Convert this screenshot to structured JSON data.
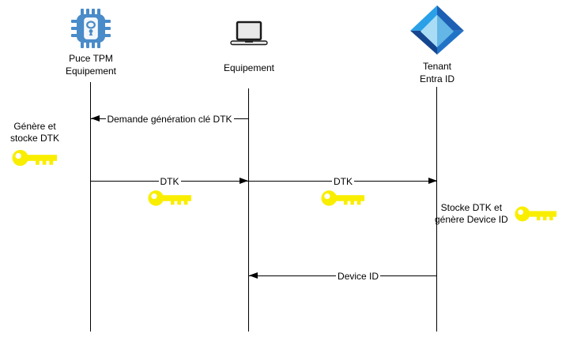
{
  "actors": [
    {
      "icon": "tpm-chip-icon",
      "label_line1": "Puce TPM",
      "label_line2": "Equipement"
    },
    {
      "icon": "laptop-icon",
      "label_line1": "Equipement",
      "label_line2": ""
    },
    {
      "icon": "entra-id-icon",
      "label_line1": "Tenant",
      "label_line2": "Entra ID"
    }
  ],
  "messages": [
    {
      "label": "Demande génération clé DTK",
      "from": "Equipement",
      "to": "Puce TPM Equipement",
      "direction": "left"
    },
    {
      "label": "DTK",
      "from": "Puce TPM Equipement",
      "to": "Equipement",
      "direction": "right",
      "icon": "key-icon"
    },
    {
      "label": "DTK",
      "from": "Equipement",
      "to": "Tenant Entra ID",
      "direction": "right",
      "icon": "key-icon"
    },
    {
      "label": "Device ID",
      "from": "Tenant Entra ID",
      "to": "Equipement",
      "direction": "left"
    }
  ],
  "notes": [
    {
      "line1": "Génère et",
      "line2": "stocke DTK",
      "icon": "key-icon",
      "side": "left"
    },
    {
      "line1": "Stocke DTK et",
      "line2": "génère Device ID",
      "icon": "key-icon",
      "side": "right"
    }
  ],
  "colors": {
    "key_yellow": "#f9ee00",
    "chip_blue": "#4a8bc9",
    "chip_panel": "#f3f7fb",
    "laptop_gray": "#e8e8e8",
    "laptop_outline": "#1a1a1a",
    "entra_bright": "#29a0e8",
    "entra_dark": "#1e5fb4",
    "entra_darkest": "#15458f",
    "entra_med": "#2173c6",
    "entra_inner_light": "#aadcf5",
    "entra_inner_mid": "#63b6e5",
    "line_black": "#000000"
  }
}
